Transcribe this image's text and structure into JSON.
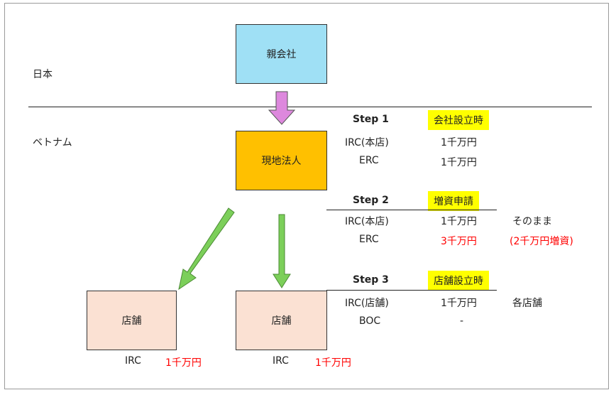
{
  "regions": {
    "japan": "日本",
    "vietnam": "ベトナム"
  },
  "boxes": {
    "parent": {
      "label": "親会社",
      "color": "#9fe0f5"
    },
    "subsidiary": {
      "label": "現地法人",
      "color": "#ffc000"
    },
    "store_left": {
      "label": "店舗",
      "color": "#fbe1d3"
    },
    "store_right": {
      "label": "店舗",
      "color": "#fbe1d3"
    }
  },
  "arrow_colors": {
    "down_pink": "#dd88dd",
    "green": "#7ccf5a"
  },
  "steps": [
    {
      "title": "Step 1",
      "badge": "会社設立時",
      "rows": [
        {
          "label": "IRC(本店)",
          "amount": "1千万円",
          "note": ""
        },
        {
          "label": "ERC",
          "amount": "1千万円",
          "note": ""
        }
      ]
    },
    {
      "title": "Step 2",
      "badge": "増資申請",
      "rows": [
        {
          "label": "IRC(本店)",
          "amount": "1千万円",
          "note": "そのまま"
        },
        {
          "label": "ERC",
          "amount": "3千万円",
          "note": "(2千万円増資)"
        }
      ]
    },
    {
      "title": "Step 3",
      "badge": "店舗設立時",
      "rows": [
        {
          "label": "IRC(店舗)",
          "amount": "1千万円",
          "note": "各店舗"
        },
        {
          "label": "BOC",
          "amount": "-",
          "note": ""
        }
      ]
    }
  ],
  "store_captions": [
    {
      "label": "IRC",
      "amount": "1千万円"
    },
    {
      "label": "IRC",
      "amount": "1千万円"
    }
  ]
}
